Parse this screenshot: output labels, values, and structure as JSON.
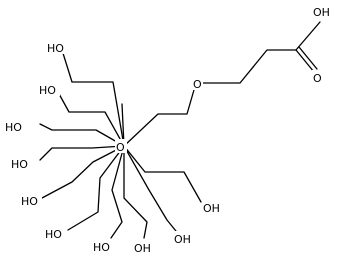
{
  "structure": {
    "center_label": "O",
    "ether_label": "O",
    "acid_oh_label": "OH",
    "carbonyl_label": "O",
    "arm_labels": [
      "HO",
      "HO",
      "HO",
      "HO",
      "HO",
      "HO",
      "HO",
      "OH",
      "OH",
      "OH"
    ]
  }
}
